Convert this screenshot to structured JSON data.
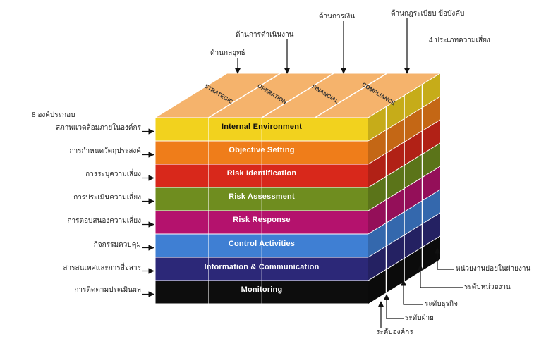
{
  "top_labels": {
    "col1": "ด้านกลยุทธ์",
    "col2": "ด้านการดำเนินงาน",
    "col3": "ด้านการเงิน",
    "col4": "ด้านกฎระเบียบ ข้อบังคับ",
    "summary": "4 ประเภทความเสี่ยง"
  },
  "top_face_labels": [
    "STRATEGIC",
    "OPERATION",
    "FINANCIAL",
    "COMPLIANCE"
  ],
  "components": [
    {
      "name": "Internal Environment",
      "color": "#f2d21e",
      "text_color": "#111111"
    },
    {
      "name": "Objective Setting",
      "color": "#ef7d1a",
      "text_color": "#ffffff"
    },
    {
      "name": "Risk Identification",
      "color": "#d8281b",
      "text_color": "#ffffff"
    },
    {
      "name": "Risk Assessment",
      "color": "#6f8d1f",
      "text_color": "#ffffff"
    },
    {
      "name": "Risk Response",
      "color": "#b4126d",
      "text_color": "#ffffff"
    },
    {
      "name": "Control Activities",
      "color": "#3f7fd3",
      "text_color": "#ffffff"
    },
    {
      "name": "Information & Communication",
      "color": "#2c2878",
      "text_color": "#ffffff"
    },
    {
      "name": "Monitoring",
      "color": "#0d0d0d",
      "text_color": "#ffffff"
    }
  ],
  "left_labels": [
    "สภาพแวดล้อมภายในองค์กร",
    "การกำหนดวัตถุประสงค์",
    "การระบุความเสี่ยง",
    "การประเมินความเสี่ยง",
    "การตอบสนองความเสี่ยง",
    "กิจกรรมควบคุม",
    "สารสนเทศและการสื่อสาร",
    "การติดตามประเมินผล"
  ],
  "left_summary": "8 องค์ประกอบ",
  "right_labels": {
    "r1": "หน่วยงานย่อยในฝ่ายงาน",
    "r2": "ระดับหน่วยงาน",
    "r3": "ระดับธุรกิจ",
    "r4": "ระดับฝ่าย",
    "r5": "ระดับองค์กร"
  },
  "colors": {
    "top_face": "#f5b36c",
    "arrow": "#111111"
  }
}
